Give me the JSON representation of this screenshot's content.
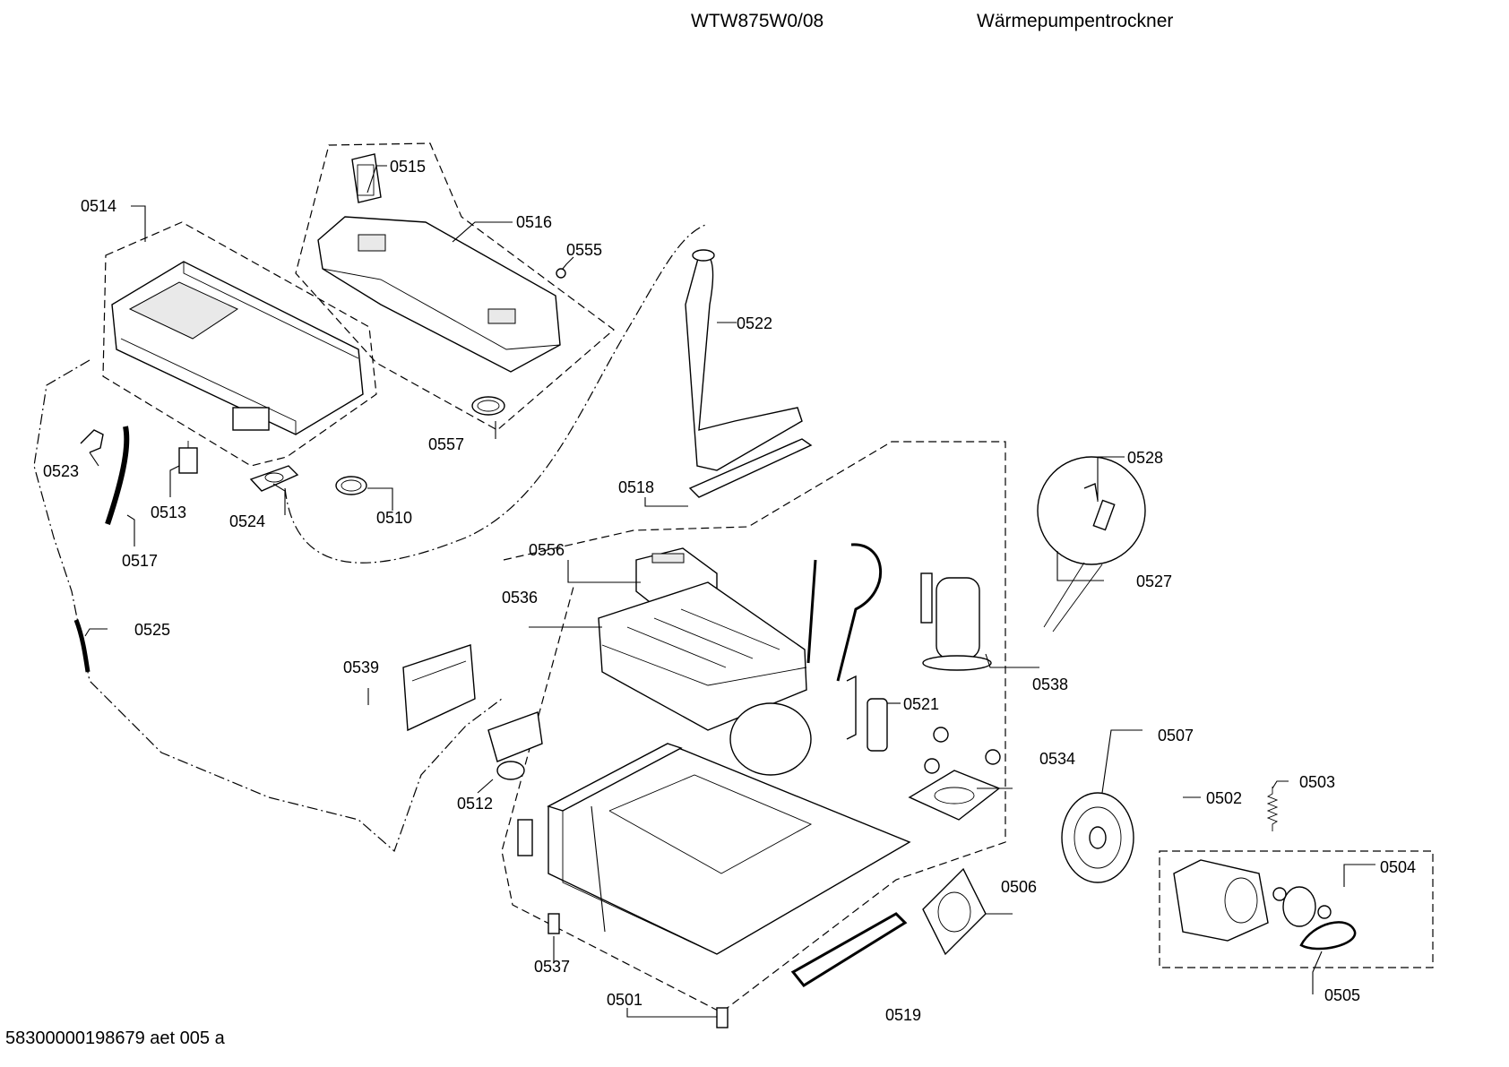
{
  "header": {
    "model": "WTW875W0/08",
    "product_type": "Wärmepumpentrockner"
  },
  "footer": {
    "document_id": "58300000198679 aet 005 a"
  },
  "parts": [
    {
      "id": "p0514",
      "label": "0514"
    },
    {
      "id": "p0515",
      "label": "0515"
    },
    {
      "id": "p0516",
      "label": "0516"
    },
    {
      "id": "p0555",
      "label": "0555"
    },
    {
      "id": "p0522",
      "label": "0522"
    },
    {
      "id": "p0557",
      "label": "0557"
    },
    {
      "id": "p0523",
      "label": "0523"
    },
    {
      "id": "p0513",
      "label": "0513"
    },
    {
      "id": "p0524",
      "label": "0524"
    },
    {
      "id": "p0510",
      "label": "0510"
    },
    {
      "id": "p0517",
      "label": "0517"
    },
    {
      "id": "p0518",
      "label": "0518"
    },
    {
      "id": "p0528",
      "label": "0528"
    },
    {
      "id": "p0556",
      "label": "0556"
    },
    {
      "id": "p0536",
      "label": "0536"
    },
    {
      "id": "p0527",
      "label": "0527"
    },
    {
      "id": "p0525",
      "label": "0525"
    },
    {
      "id": "p0538",
      "label": "0538"
    },
    {
      "id": "p0539",
      "label": "0539"
    },
    {
      "id": "p0521",
      "label": "0521"
    },
    {
      "id": "p0507",
      "label": "0507"
    },
    {
      "id": "p0534",
      "label": "0534"
    },
    {
      "id": "p0512",
      "label": "0512"
    },
    {
      "id": "p0503",
      "label": "0503"
    },
    {
      "id": "p0502",
      "label": "0502"
    },
    {
      "id": "p0504",
      "label": "0504"
    },
    {
      "id": "p0506",
      "label": "0506"
    },
    {
      "id": "p0537",
      "label": "0537"
    },
    {
      "id": "p0501",
      "label": "0501"
    },
    {
      "id": "p0519",
      "label": "0519"
    },
    {
      "id": "p0505",
      "label": "0505"
    }
  ]
}
